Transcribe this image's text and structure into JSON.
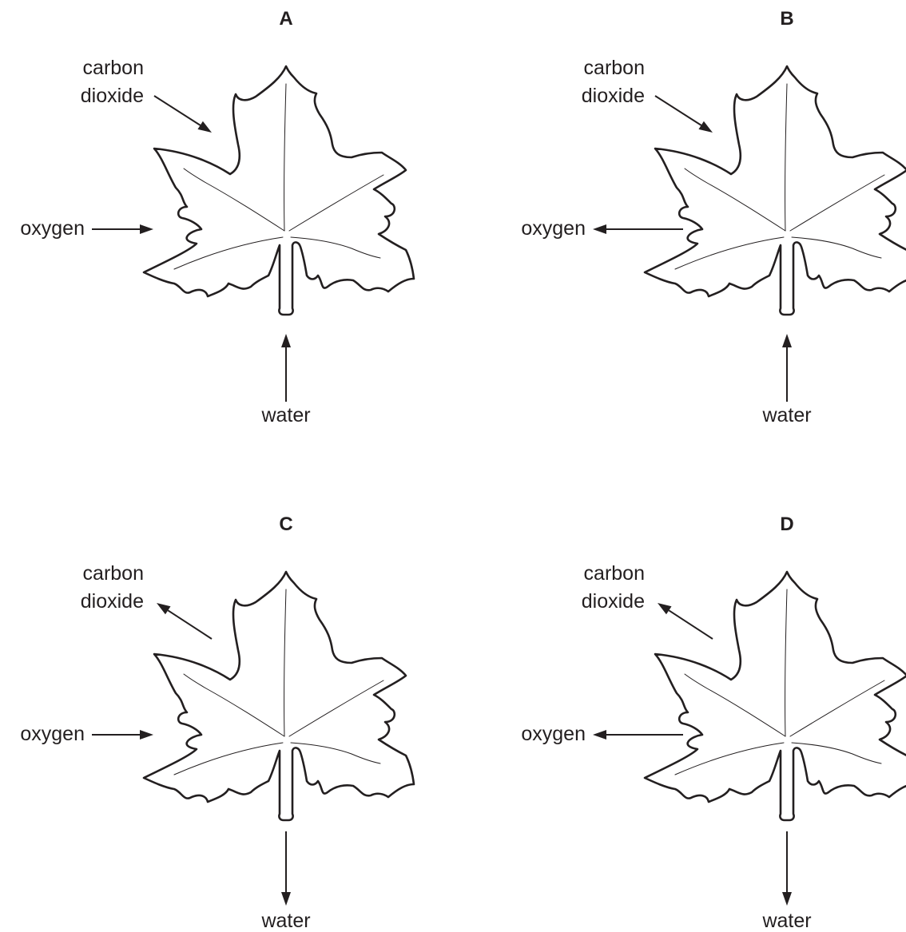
{
  "options": [
    {
      "letter": "A",
      "carbon_dioxide": [
        "carbon",
        "dioxide"
      ],
      "co2_direction": "in",
      "oxygen": "oxygen",
      "oxygen_direction": "in",
      "water": "water",
      "water_direction": "in"
    },
    {
      "letter": "B",
      "carbon_dioxide": [
        "carbon",
        "dioxide"
      ],
      "co2_direction": "in",
      "oxygen": "oxygen",
      "oxygen_direction": "out",
      "water": "water",
      "water_direction": "in"
    },
    {
      "letter": "C",
      "carbon_dioxide": [
        "carbon",
        "dioxide"
      ],
      "co2_direction": "out",
      "oxygen": "oxygen",
      "oxygen_direction": "in",
      "water": "water",
      "water_direction": "out"
    },
    {
      "letter": "D",
      "carbon_dioxide": [
        "carbon",
        "dioxide"
      ],
      "co2_direction": "out",
      "oxygen": "oxygen",
      "oxygen_direction": "out",
      "water": "water",
      "water_direction": "out"
    }
  ]
}
